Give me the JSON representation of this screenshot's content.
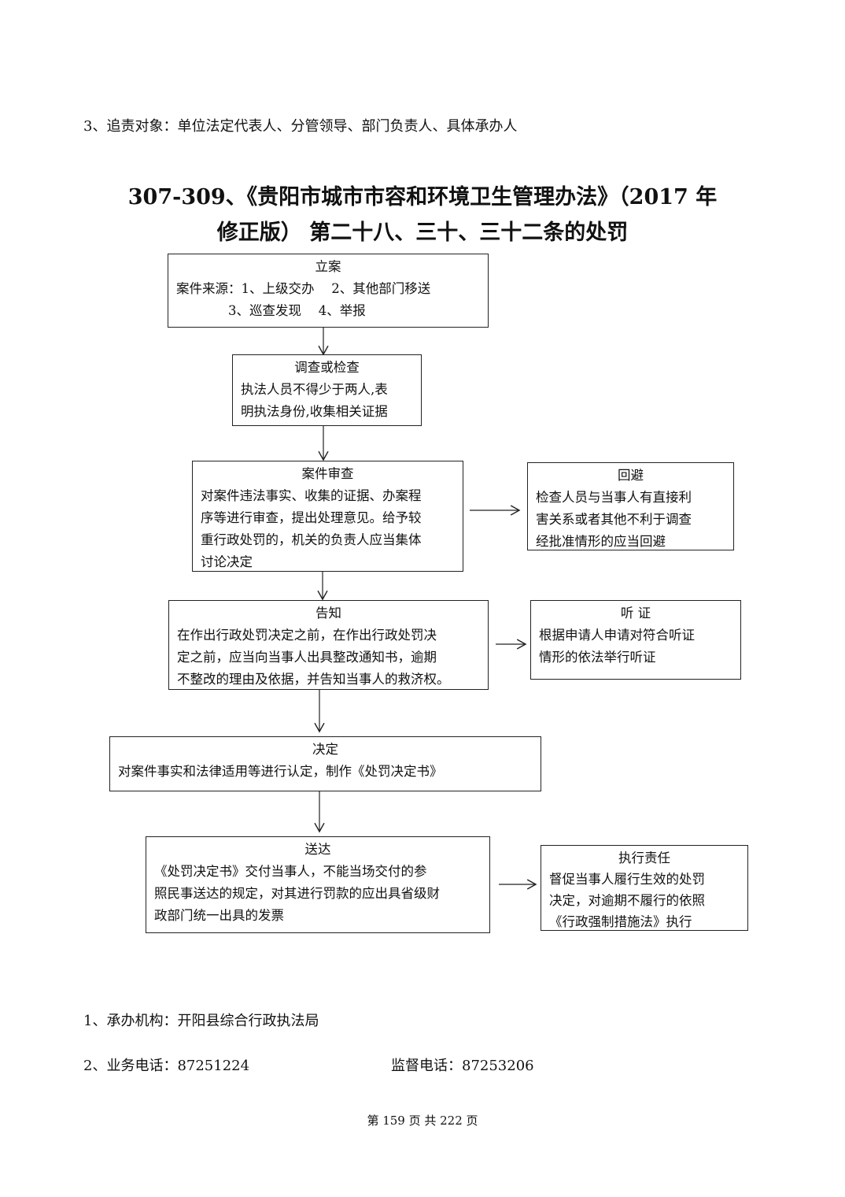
{
  "intro_line": "3、追责对象：单位法定代表人、分管领导、部门负责人、具体承办人",
  "title": {
    "line1": "307-309、《贵阳市城市市容和环境卫生管理办法》（2017 年",
    "line2": "修正版） 第二十八、三十、三十二条的处罚"
  },
  "flow": {
    "lian": {
      "heading": "立案",
      "body": "案件来源：1、上级交办　 2、其他部门移送\n　　　　3、巡查发现　 4、举报"
    },
    "diaocha": {
      "heading": "调查或检查",
      "body": "执法人员不得少于两人,表\n明执法身份,收集相关证据"
    },
    "shencha": {
      "heading": "案件审查",
      "body": "对案件违法事实、收集的证据、办案程\n序等进行审查，提出处理意见。给予较\n重行政处罚的，机关的负责人应当集体\n讨论决定"
    },
    "huibi": {
      "heading": "回避",
      "body": "检查人员与当事人有直接利\n害关系或者其他不利于调查\n经批准情形的应当回避"
    },
    "gaozhi": {
      "heading": "告知",
      "body": "在作出行政处罚决定之前，在作出行政处罚决\n定之前，应当向当事人出具整改通知书，逾期\n不整改的理由及依据，并告知当事人的救济权。"
    },
    "tingzheng": {
      "heading": "听 证",
      "body": "根据申请人申请对符合听证\n情形的依法举行听证"
    },
    "jueding": {
      "heading": "决定",
      "body": "对案件事实和法律适用等进行认定，制作《处罚决定书》"
    },
    "songda": {
      "heading": "送达",
      "body": "《处罚决定书》交付当事人，不能当场交付的参\n照民事送达的规定，对其进行罚款的应出具省级财\n政部门统一出具的发票"
    },
    "zhixing": {
      "heading": "执行责任",
      "body": "督促当事人履行生效的处罚\n决定，对逾期不履行的依照\n《行政强制措施法》执行"
    }
  },
  "info": {
    "agency": "1、承办机构：开阳县综合行政执法局",
    "business_phone": "2、业务电话：87251224",
    "supervision_phone": "监督电话：87253206"
  },
  "footer": "第 159 页 共 222 页"
}
